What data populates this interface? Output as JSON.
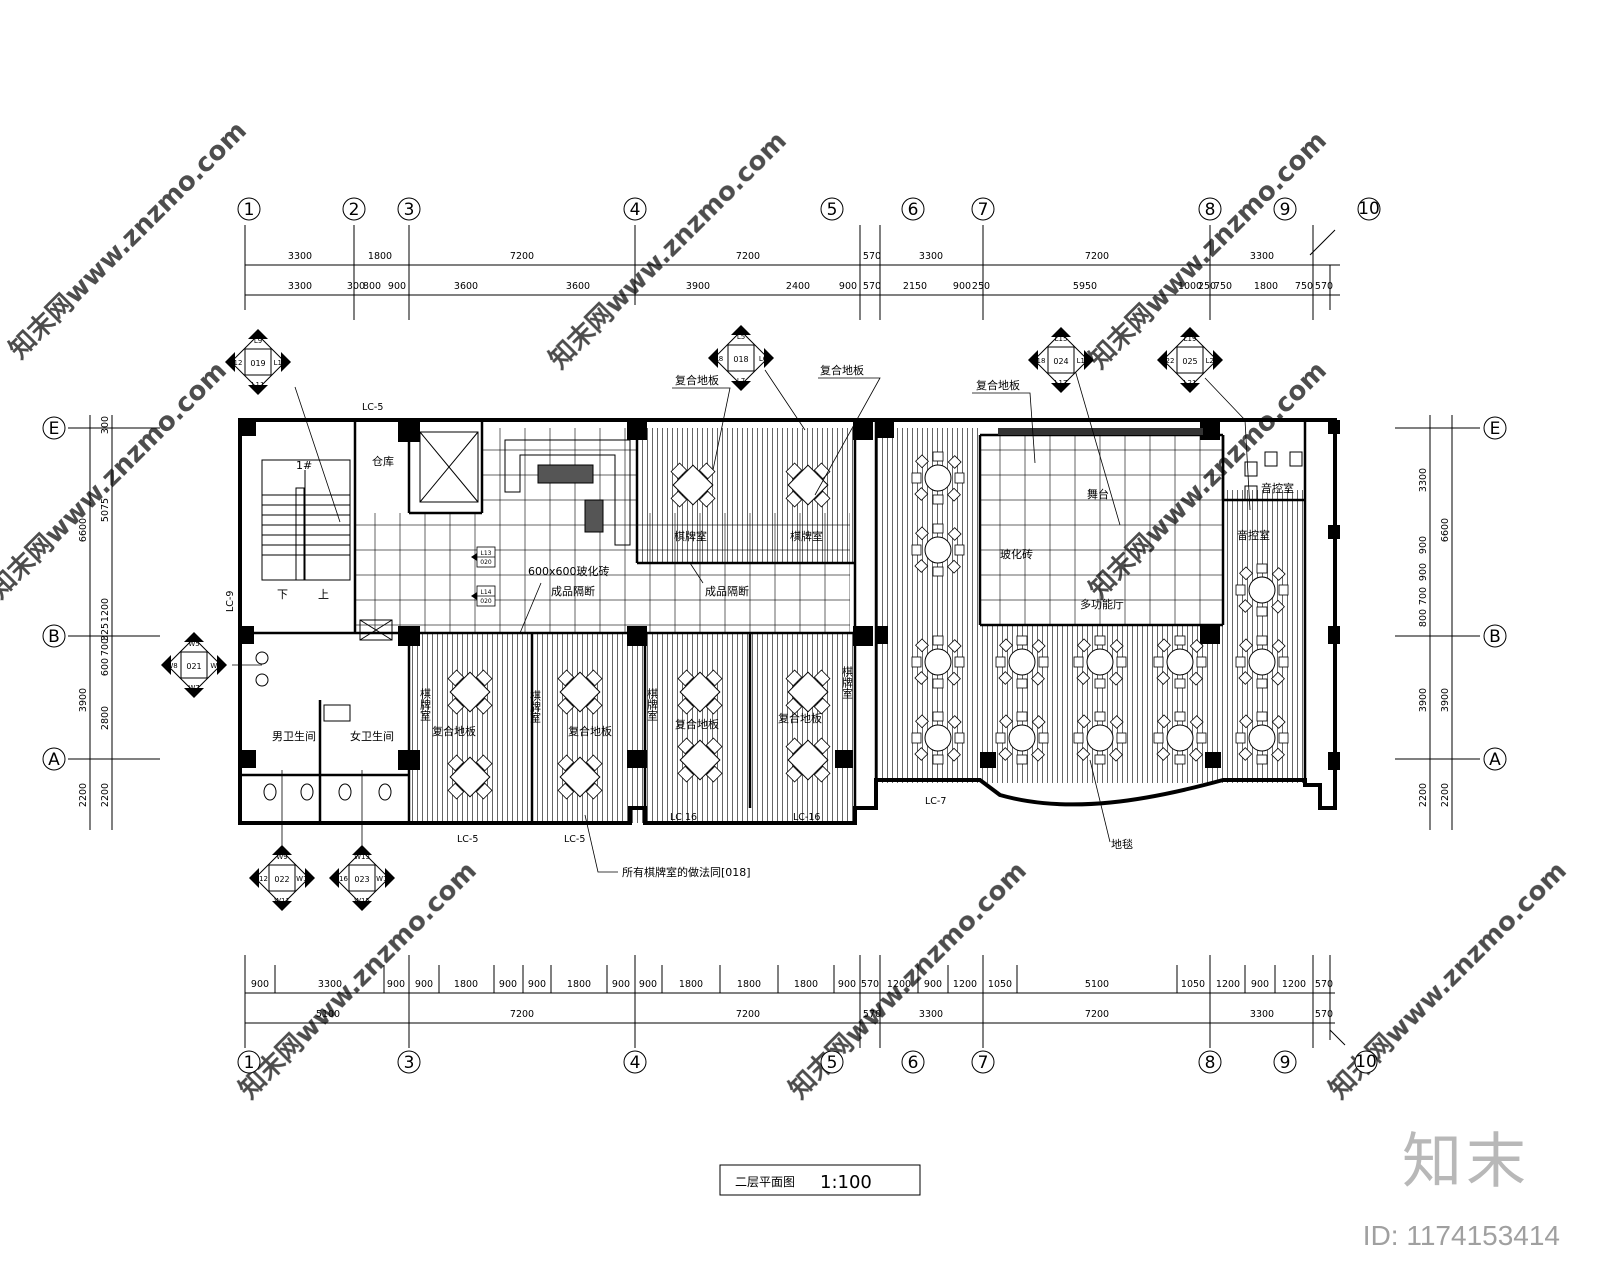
{
  "title": {
    "name": "二层平面图",
    "scale": "1:100"
  },
  "grid_columns": [
    "1",
    "2",
    "3",
    "4",
    "5",
    "6",
    "7",
    "8",
    "9",
    "10"
  ],
  "grid_columns_bottom": [
    "1",
    "3",
    "4",
    "5",
    "6",
    "7",
    "8",
    "9",
    "10"
  ],
  "grid_rows": [
    "E",
    "B",
    "A"
  ],
  "top_dims_row1": [
    "3300",
    "1800",
    "7200",
    "7200",
    "570",
    "3300",
    "7200",
    "3300"
  ],
  "top_dims_row2": [
    "3300",
    "300",
    "800",
    "900",
    "3600",
    "3600",
    "3900",
    "2400",
    "900",
    "570",
    "2150",
    "900",
    "250",
    "5950",
    "1000",
    "250",
    "750",
    "1800",
    "750",
    "570"
  ],
  "bottom_dims_row1": [
    "900",
    "3300",
    "900",
    "900",
    "1800",
    "900",
    "900",
    "1800",
    "900",
    "900",
    "1800",
    "1800",
    "1800",
    "900",
    "570",
    "1200",
    "900",
    "1200",
    "1050",
    "5100",
    "1050",
    "1200",
    "900",
    "1200",
    "570"
  ],
  "bottom_dims_row2": [
    "5100",
    "7200",
    "7200",
    "570",
    "3300",
    "7200",
    "3300",
    "570"
  ],
  "left_dims_outer": [
    "6600",
    "3900",
    "2200"
  ],
  "left_dims_inner": [
    "300",
    "5075",
    "1200",
    "325",
    "700",
    "600",
    "2800",
    "2200"
  ],
  "right_dims_inner": [
    "3300",
    "900",
    "900",
    "700",
    "800",
    "3900",
    "2200"
  ],
  "right_dims_outer": [
    "6600",
    "3900",
    "2200"
  ],
  "room_labels": {
    "storage": "仓库",
    "stair": "1#",
    "down": "下",
    "up": "上",
    "mens_wc": "男卫生间",
    "womens_wc": "女卫生间",
    "chess_room_top1": "棋牌室",
    "chess_room_top2": "棋牌室",
    "chess_room_v1": "棋牌室",
    "chess_room_v2": "棋牌室",
    "chess_room_v3": "棋牌室",
    "chess_room_v4": "棋牌室",
    "stage": "舞台",
    "control_room": "音控室",
    "multi_hall": "多功能厅",
    "sound_room": "音控室"
  },
  "material_labels": {
    "composite_floor_1": "复合地板",
    "composite_floor_2": "复合地板",
    "composite_floor_3": "复合地板",
    "tile": "600x600玻化砖",
    "tile_stage": "玻化砖",
    "carpet": "地毯",
    "floor_lower_1": "复合地板",
    "floor_lower_2": "复合地板",
    "floor_lower_3": "复合地板",
    "floor_lower_4": "复合地板",
    "partition_1": "成品隔断",
    "partition_2": "成品隔断",
    "note_chess": "所有棋牌室的做法同[018]"
  },
  "window_labels": [
    "LC-5",
    "LC-5",
    "LC-5",
    "LC 16",
    "LC-16",
    "LC-7",
    "LC-9"
  ],
  "symbols": [
    {
      "id": "019",
      "tags": [
        "L9",
        "L10",
        "L11",
        "L12"
      ]
    },
    {
      "id": "018",
      "tags": [
        "L5",
        "L6",
        "L7",
        "L8"
      ]
    },
    {
      "id": "024",
      "tags": [
        "L15",
        "L16",
        "L17",
        "L18"
      ]
    },
    {
      "id": "025",
      "tags": [
        "L19",
        "L20",
        "L21",
        "L22"
      ]
    },
    {
      "id": "021",
      "tags": [
        "W5",
        "W6",
        "W7",
        "W8"
      ]
    },
    {
      "id": "022",
      "tags": [
        "W9",
        "W10",
        "W11",
        "W12"
      ]
    },
    {
      "id": "023",
      "tags": [
        "W13",
        "W14",
        "W15",
        "W16"
      ]
    }
  ],
  "section_marks": [
    {
      "id": "L13",
      "ref": "020"
    },
    {
      "id": "L14",
      "ref": "020"
    }
  ],
  "watermark": "知末网www.znzmo.com",
  "brand": "知末",
  "image_id": "ID: 1174153414"
}
